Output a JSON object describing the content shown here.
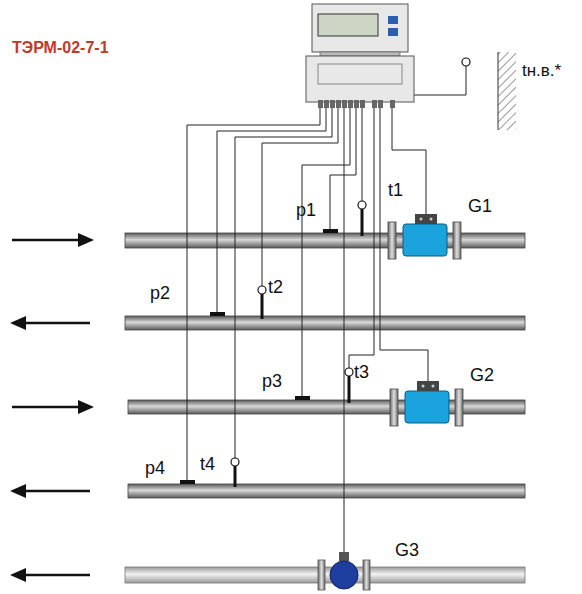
{
  "diagram": {
    "title": "ТЭРМ-02-7-1",
    "labels": [
      "tн.в.*",
      "p1",
      "t1",
      "G1",
      "p2",
      "t2",
      "p3",
      "t3",
      "G2",
      "p4",
      "t4",
      "G3"
    ]
  }
}
